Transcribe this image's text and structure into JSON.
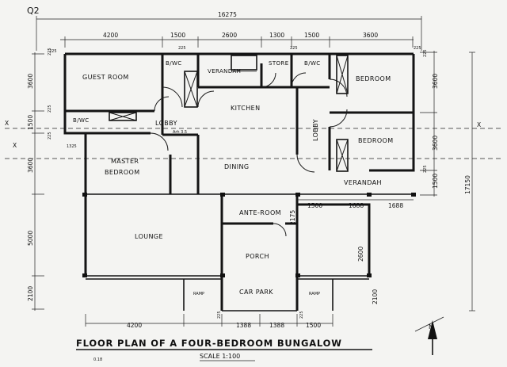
{
  "question_label": "Q2",
  "title": "FLOOR PLAN OF A FOUR-BEDROOM BUNGALOW",
  "scale": "SCALE 1:100",
  "north": "N",
  "section_marks": [
    "X",
    "X",
    "X"
  ],
  "rooms": {
    "guest_room": "GUEST ROOM",
    "bwc_1": "B/WC",
    "verandah_top": "VERANDAH",
    "store": "STORE",
    "bwc_2": "B/WC",
    "bedroom_1": "BEDROOM",
    "bwc_3": "B/WC",
    "lobby_left": "LOBBY",
    "kitchen": "KITCHEN",
    "lobby_right": "LOBBY",
    "bedroom_2": "BEDROOM",
    "master_line1": "MASTER",
    "master_line2": "BEDROOM",
    "dining": "DINING",
    "verandah_right": "VERANDAH",
    "ante_room": "ANTE-ROOM",
    "lounge": "LOUNGE",
    "porch": "PORCH",
    "car_park": "CAR PARK",
    "ramp_1": "RAMP",
    "ramp_2": "RAMP"
  },
  "dimensions": {
    "overall_width": "16275",
    "top_row": [
      "4200",
      "1500",
      "2600",
      "1300",
      "1500",
      "3600"
    ],
    "bottom_row": [
      "4200",
      "1388",
      "1388",
      "1500"
    ],
    "verandah_row": [
      "1500",
      "1688",
      "1688"
    ],
    "left_col": [
      "3600",
      "1500",
      "3600",
      "5000",
      "2100"
    ],
    "right_col": [
      "3600",
      "3600",
      "1500"
    ],
    "ante_room": "2175",
    "porch_depth": "2600",
    "car_park_depth": "2100",
    "overall_depth": "17150",
    "wall_225": "225",
    "lobby_small": "1325",
    "lobby_width": "Arh 3.5"
  },
  "corner_note": "0.18"
}
